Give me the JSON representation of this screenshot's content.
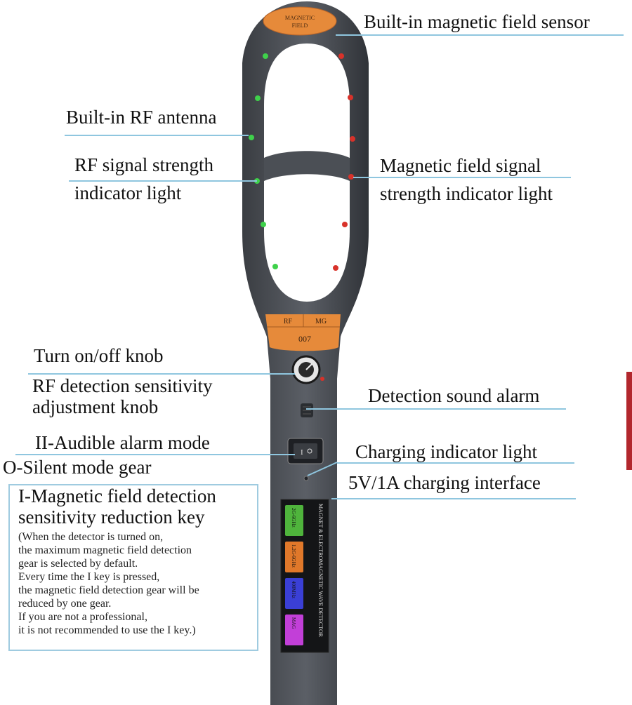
{
  "device": {
    "top_badge_line1": "MAGNETIC",
    "top_badge_line2": "FIELD",
    "mode_rf": "RF",
    "mode_mg": "MG",
    "model": "007",
    "side_label": "MAGNET & ELECTROMAGNETIC WAVE DETECTOR",
    "bands": [
      "2G-6GHz",
      "1.2G-6GHz",
      "400MHz",
      "MAG"
    ],
    "band_colors": [
      "#4fb43c",
      "#e0782a",
      "#3a3fd6",
      "#c23fd8"
    ],
    "green_led": "#3fd14b",
    "red_led": "#d8322a",
    "orange": "#e68a3a"
  },
  "callouts": {
    "sensor": "Built-in magnetic field sensor",
    "antenna": "Built-in RF antenna",
    "rf_indicator_1": "RF signal strength",
    "rf_indicator_2": "indicator light",
    "mag_indicator_1": "Magnetic field signal",
    "mag_indicator_2": "strength indicator light",
    "power_knob": "Turn on/off knob",
    "sensitivity_knob_1": "RF detection sensitivity",
    "sensitivity_knob_2": "adjustment knob",
    "sound_alarm": "Detection sound alarm",
    "audible_mode": "II-Audible alarm mode",
    "silent_mode": "O-Silent mode gear",
    "charging_light": "Charging indicator light",
    "charging_port": "5V/1A charging interface"
  },
  "note": {
    "title_1": "I-Magnetic field detection",
    "title_2": "sensitivity reduction key",
    "lines": [
      "(When the detector is turned on,",
      "the maximum magnetic field detection",
      "gear is selected by default.",
      "Every time the I key is pressed,",
      "the magnetic field detection gear will be",
      "reduced by one gear.",
      "If you are not a professional,",
      "it is not recommended to use the I key.)"
    ]
  }
}
